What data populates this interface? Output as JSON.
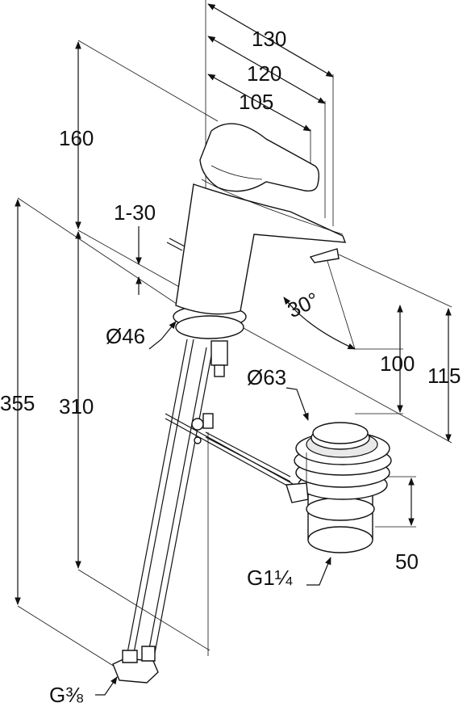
{
  "dimensions": {
    "d130": "130",
    "d120": "120",
    "d105": "105",
    "d160": "160",
    "d1_30": "1-30",
    "d30deg": "30°",
    "d46": "Ø46",
    "d63": "Ø63",
    "d100": "100",
    "d115": "115",
    "d355": "355",
    "d310": "310",
    "d50": "50",
    "g114": "G1¼",
    "g38": "G⅜"
  }
}
